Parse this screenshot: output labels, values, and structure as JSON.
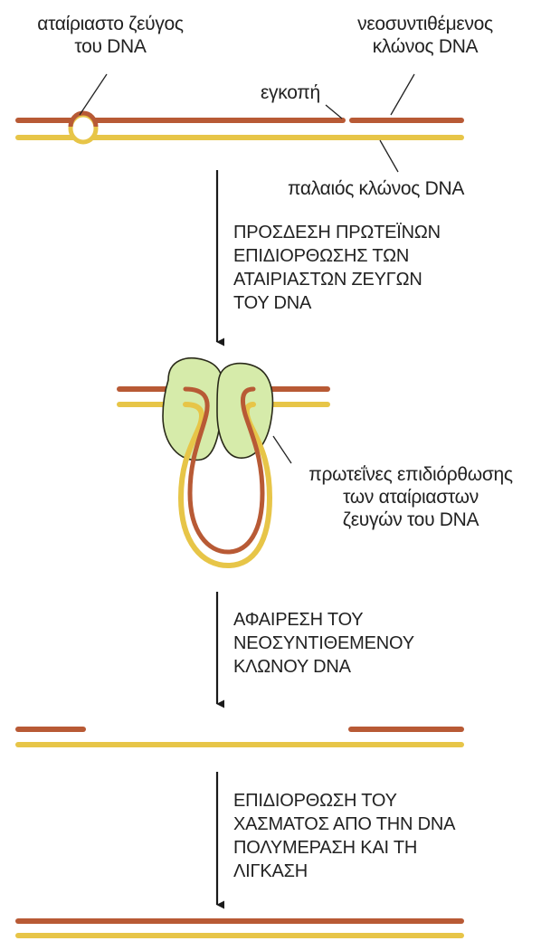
{
  "colors": {
    "new_strand": "#b85a35",
    "old_strand": "#e7c548",
    "protein_fill": "#d6ebaa",
    "protein_stroke": "#2a2a1a",
    "text": "#222222",
    "arrow": "#1a1a1a"
  },
  "labels": {
    "mismatch": [
      "αταίριαστο ζεύγος",
      "του DNA"
    ],
    "new_strand": [
      "νεοσυντιθέμενος",
      "κλώνος DNA"
    ],
    "nick": "εγκοπή",
    "old_strand": "παλαιός κλώνος DNA",
    "proteins": [
      "πρωτεΐνες επιδιόρθωσης",
      "των αταίριαστων",
      "ζευγών του DNA"
    ]
  },
  "steps": [
    {
      "lines": [
        "ΠΡΟΣΔΕΣΗ ΠΡΩΤΕΪΝΩΝ",
        "ΕΠΙΔΙΟΡΘΩΣΗΣ ΤΩΝ",
        "ΑΤΑΙΡΙΑΣΤΩΝ ΖΕΥΓΩΝ",
        "ΤΟΥ DNA"
      ]
    },
    {
      "lines": [
        "ΑΦΑΙΡΕΣΗ ΤΟΥ",
        "ΝΕΟΣΥΝΤΙΘΕΜΕΝΟΥ",
        "ΚΛΩΝΟΥ DNA"
      ]
    },
    {
      "lines": [
        "ΕΠΙΔΙΟΡΘΩΣΗ ΤΟΥ",
        "ΧΑΣΜΑΤΟΣ ΑΠΟ ΤΗΝ DNA",
        "ΠΟΛΥΜΕΡΑΣΗ ΚΑΙ ΤΗ",
        "ΛΙΓΚΑΣΗ"
      ]
    }
  ]
}
